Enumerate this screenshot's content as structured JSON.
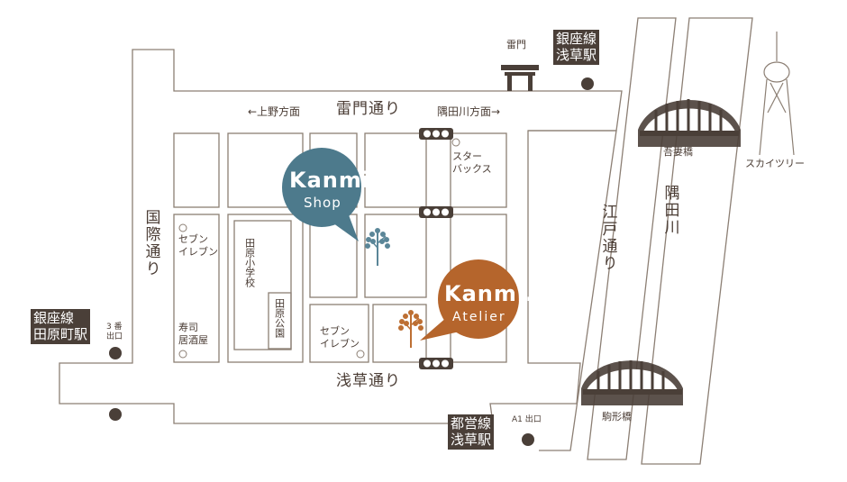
{
  "colors": {
    "line": "#8c7f74",
    "dark": "#4a3f38",
    "shop_badge": "#4d7a8c",
    "atelier_badge": "#b5652c",
    "tree_blue": "#5b8698",
    "tree_orange": "#bd6f33"
  },
  "roads": {
    "kaminarimon": "雷門通り",
    "asakusa": "浅草通り",
    "kokusai": "国際通り",
    "edo": "江戸通り",
    "sumida": "隅田川"
  },
  "directions": {
    "ueno": "←上野方面",
    "sumidagawa": "隅田川方面→"
  },
  "landmarks": {
    "kaminarimon_gate": "雷門",
    "skytree": "スカイツリー",
    "azumabashi": "吾妻橋",
    "komagatabashi": "駒形橋",
    "starbucks_1": "スター",
    "starbucks_2": "バックス",
    "seven_1a": "セブン",
    "seven_1b": "イレブン",
    "seven_2a": "セブン",
    "seven_2b": "イレブン",
    "sushi_1": "寿司",
    "sushi_2": "居酒屋",
    "school": "田原小学校",
    "park": "田原公園"
  },
  "stations": {
    "ginza_asakusa": [
      "銀座線",
      "浅草駅"
    ],
    "ginza_tawaramachi": [
      "銀座線",
      "田原町駅"
    ],
    "toei_asakusa": [
      "都営線",
      "浅草駅"
    ]
  },
  "exits": {
    "exit3_1": "3 番",
    "exit3_2": "出口",
    "a1": "A1 出口"
  },
  "shops": {
    "shop": {
      "name": "Kanmi.",
      "sub": "Shop"
    },
    "atelier": {
      "name": "Kanmi.",
      "sub": "Atelier"
    }
  },
  "icons": [
    "torii-gate-icon",
    "skytree-icon",
    "bridge-icon",
    "traffic-light-icon",
    "tree-icon",
    "station-exit-icon"
  ]
}
